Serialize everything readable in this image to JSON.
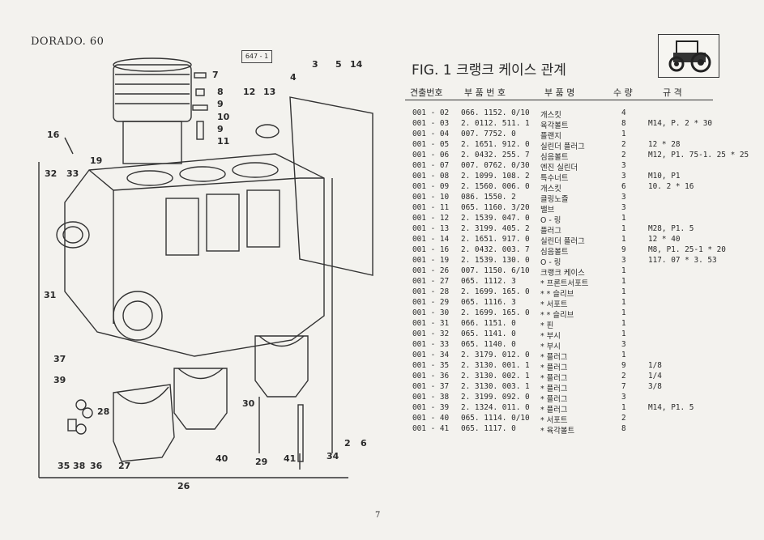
{
  "model": "DORADO. 60",
  "fig_ref": "647 - 1",
  "title": "FIG. 1 크랭크 케이스 관계",
  "page_number": "7",
  "table": {
    "headers": [
      "견출번호",
      "부 품 번 호",
      "부 품 명",
      "수 량",
      "규 격"
    ],
    "rows": [
      [
        "001 - 02",
        "066. 1152. 0/10",
        "개스킷",
        "4",
        ""
      ],
      [
        "001 - 03",
        "2. 0112. 511. 1",
        "육각볼트",
        "8",
        "M14, P. 2 * 30"
      ],
      [
        "001 - 04",
        "007. 7752. 0",
        "플랜지",
        "1",
        ""
      ],
      [
        "001 - 05",
        "2. 1651. 912. 0",
        "실린더 플러그",
        "2",
        "12 * 28"
      ],
      [
        "001 - 06",
        "2. 0432. 255. 7",
        "심음볼트",
        "2",
        "M12, P1. 75-1. 25 * 25"
      ],
      [
        "001 - 07",
        "007. 0762. 0/30",
        "엔진 실린더",
        "3",
        ""
      ],
      [
        "001 - 08",
        "2. 1099. 108. 2",
        "특수너트",
        "3",
        "M10, P1"
      ],
      [
        "001 - 09",
        "2. 1560. 006. 0",
        "개스킷",
        "6",
        "10. 2 * 16"
      ],
      [
        "001 - 10",
        "086. 1550. 2",
        "클링노즐",
        "3",
        ""
      ],
      [
        "001 - 11",
        "065. 1160. 3/20",
        "밸브",
        "3",
        ""
      ],
      [
        "001 - 12",
        "2. 1539. 047. 0",
        "O - 링",
        "1",
        ""
      ],
      [
        "001 - 13",
        "2. 3199. 405. 2",
        "플러그",
        "1",
        "M28, P1. 5"
      ],
      [
        "001 - 14",
        "2. 1651. 917. 0",
        "실린더 플러그",
        "1",
        "12 * 40"
      ],
      [
        "001 - 16",
        "2. 0432. 003. 7",
        "심음볼트",
        "9",
        "M8, P1. 25-1 * 20"
      ],
      [
        "001 - 19",
        "2. 1539. 130. 0",
        "O - 링",
        "3",
        "117. 07 * 3. 53"
      ],
      [
        "001 - 26",
        "007. 1150. 6/10",
        "크랭크 케이스",
        "1",
        ""
      ],
      [
        "001 - 27",
        "065. 1112. 3",
        "* 프론트서포트",
        "1",
        ""
      ],
      [
        "001 - 28",
        "2. 1699. 165. 0",
        "* * 슬리브",
        "1",
        ""
      ],
      [
        "001 - 29",
        "065. 1116. 3",
        "* 서포트",
        "1",
        ""
      ],
      [
        "001 - 30",
        "2. 1699. 165. 0",
        "* * 슬리브",
        "1",
        ""
      ],
      [
        "001 - 31",
        "066. 1151. 0",
        "* 핀",
        "1",
        ""
      ],
      [
        "001 - 32",
        "065. 1141. 0",
        "* 부시",
        "1",
        ""
      ],
      [
        "001 - 33",
        "065. 1140. 0",
        "* 부시",
        "3",
        ""
      ],
      [
        "001 - 34",
        "2. 3179. 012. 0",
        "* 플러그",
        "1",
        ""
      ],
      [
        "001 - 35",
        "2. 3130. 001. 1",
        "* 플러그",
        "9",
        "1/8"
      ],
      [
        "001 - 36",
        "2. 3130. 002. 1",
        "* 플러그",
        "2",
        "1/4"
      ],
      [
        "001 - 37",
        "2. 3130. 003. 1",
        "* 플러그",
        "7",
        "3/8"
      ],
      [
        "001 - 38",
        "2. 3199. 092. 0",
        "* 플러그",
        "3",
        ""
      ],
      [
        "001 - 39",
        "2. 1324. 011. 0",
        "* 플러그",
        "1",
        "M14, P1. 5"
      ],
      [
        "001 - 40",
        "065. 1114. 0/10",
        "* 서포트",
        "2",
        ""
      ],
      [
        "001 - 41",
        "065. 1117. 0",
        "* 육각볼트",
        "8",
        ""
      ]
    ]
  },
  "callouts": [
    "7",
    "8",
    "9",
    "10",
    "9",
    "11",
    "3",
    "5",
    "14",
    "4",
    "12",
    "13",
    "16",
    "19",
    "32",
    "33",
    "31",
    "37",
    "39",
    "28",
    "35",
    "38",
    "36",
    "27",
    "26",
    "40",
    "29",
    "41",
    "34",
    "30",
    "2",
    "6"
  ]
}
